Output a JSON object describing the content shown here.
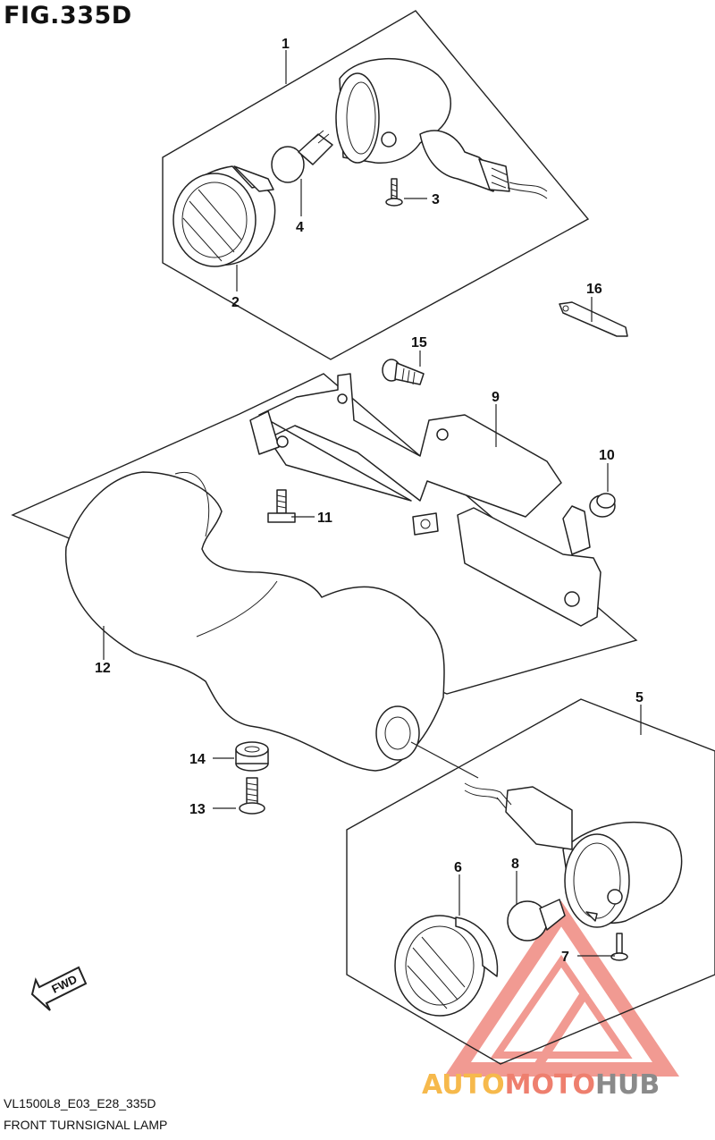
{
  "figure": {
    "title": "FIG.335D",
    "code": "VL1500L8_E03_E28_335D",
    "name": "FRONT TURNSIGNAL LAMP"
  },
  "callouts": [
    "1",
    "2",
    "3",
    "4",
    "5",
    "6",
    "7",
    "8",
    "9",
    "10",
    "11",
    "12",
    "13",
    "14",
    "15",
    "16"
  ],
  "fwd_label": "FWD",
  "watermark": {
    "part1": "AUTO",
    "part2": "MOTO",
    "part3": "HUB",
    "colors": {
      "auto": "#f6b94c",
      "moto": "#ee7f6e",
      "hub": "#8a8a8a",
      "triangle": "#e8584a"
    }
  }
}
